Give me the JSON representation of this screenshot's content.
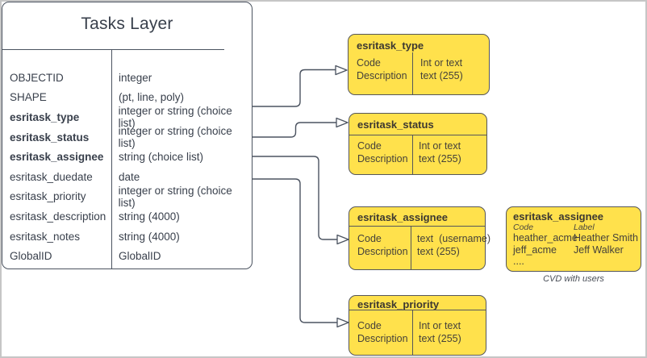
{
  "colors": {
    "box_fill": "#ffe14c",
    "box_stroke": "#55565a",
    "line_stroke": "#4b5360",
    "text": "#39404c",
    "page_border": "#c6c6c6"
  },
  "tasks_layer": {
    "title": "Tasks Layer",
    "rows": [
      {
        "name": "OBJECTID",
        "type": "integer"
      },
      {
        "name": "SHAPE",
        "type": "(pt, line, poly)"
      },
      {
        "name": "esritask_type",
        "type": "integer or string (choice list)"
      },
      {
        "name": "esritask_status",
        "type": "integer or string (choice list)"
      },
      {
        "name": "esritask_assignee",
        "type": "string (choice list)"
      },
      {
        "name": "esritask_duedate",
        "type": "date"
      },
      {
        "name": "esritask_priority",
        "type": "integer or string (choice list)"
      },
      {
        "name": "esritask_description",
        "type": "string (4000)"
      },
      {
        "name": "esritask_notes",
        "type": "string (4000)"
      },
      {
        "name": "GlobalID",
        "type": "GlobalID"
      }
    ]
  },
  "domain_boxes": [
    {
      "title": "esritask_type",
      "left": "Code\nDescription",
      "right": "Int or text\ntext (255)"
    },
    {
      "title": "esritask_status",
      "left": "Code\nDescription",
      "right": "Int or text\ntext (255)"
    },
    {
      "title": "esritask_assignee",
      "left": "Code\nDescription",
      "right": "text  (username)\ntext (255)"
    },
    {
      "title": "esritask_priority",
      "left": "Code\nDescription",
      "right": "Int or text\ntext (255)"
    }
  ],
  "cvd_box": {
    "title": "esritask_assignee",
    "code_header": "Code",
    "label_header": "Label",
    "rows": [
      {
        "code": "heather_acme",
        "label": "Heather Smith"
      },
      {
        "code": "jeff_acme",
        "label": "Jeff Walker"
      }
    ],
    "more": "....",
    "caption": "CVD with users"
  },
  "connectors": [
    {
      "from": "esritask_type",
      "to": "esritask_type domain"
    },
    {
      "from": "esritask_status",
      "to": "esritask_status domain"
    },
    {
      "from": "esritask_assignee",
      "to": "esritask_assignee domain"
    },
    {
      "from": "esritask_priority",
      "to": "esritask_priority domain"
    }
  ]
}
